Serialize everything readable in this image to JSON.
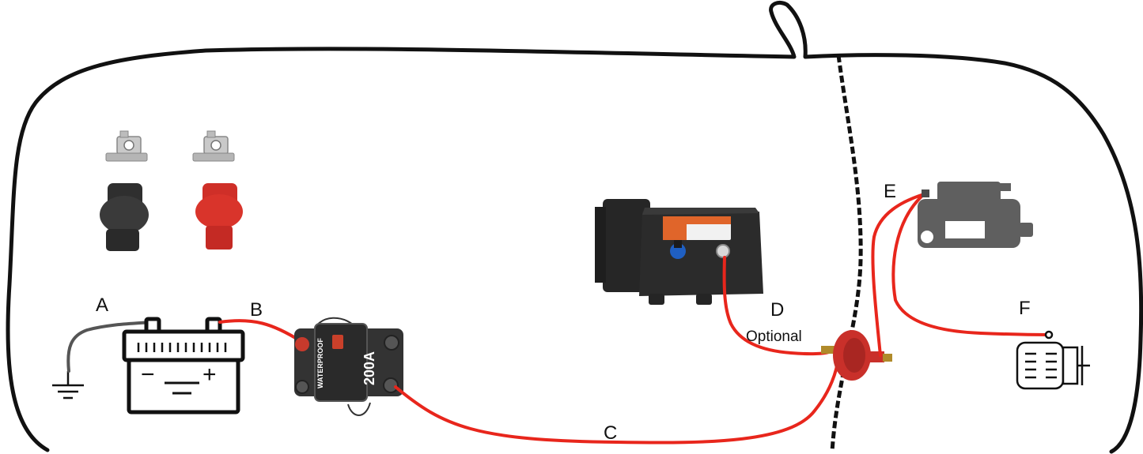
{
  "labels": {
    "a": "A",
    "b": "B",
    "c": "C",
    "d": "D",
    "e": "E",
    "f": "F",
    "optional": "Optional"
  },
  "breaker": {
    "rating": "200A",
    "side_text": "WATERPROOF"
  },
  "battery": {
    "minus": "−",
    "plus": "+"
  },
  "colors": {
    "outline": "#111111",
    "cable_red": "#e8261c",
    "ground_wire": "#555555",
    "component_dark": "#2e2e2e",
    "terminal_red": "#d9342b",
    "starter_gray": "#5f5f5f"
  }
}
